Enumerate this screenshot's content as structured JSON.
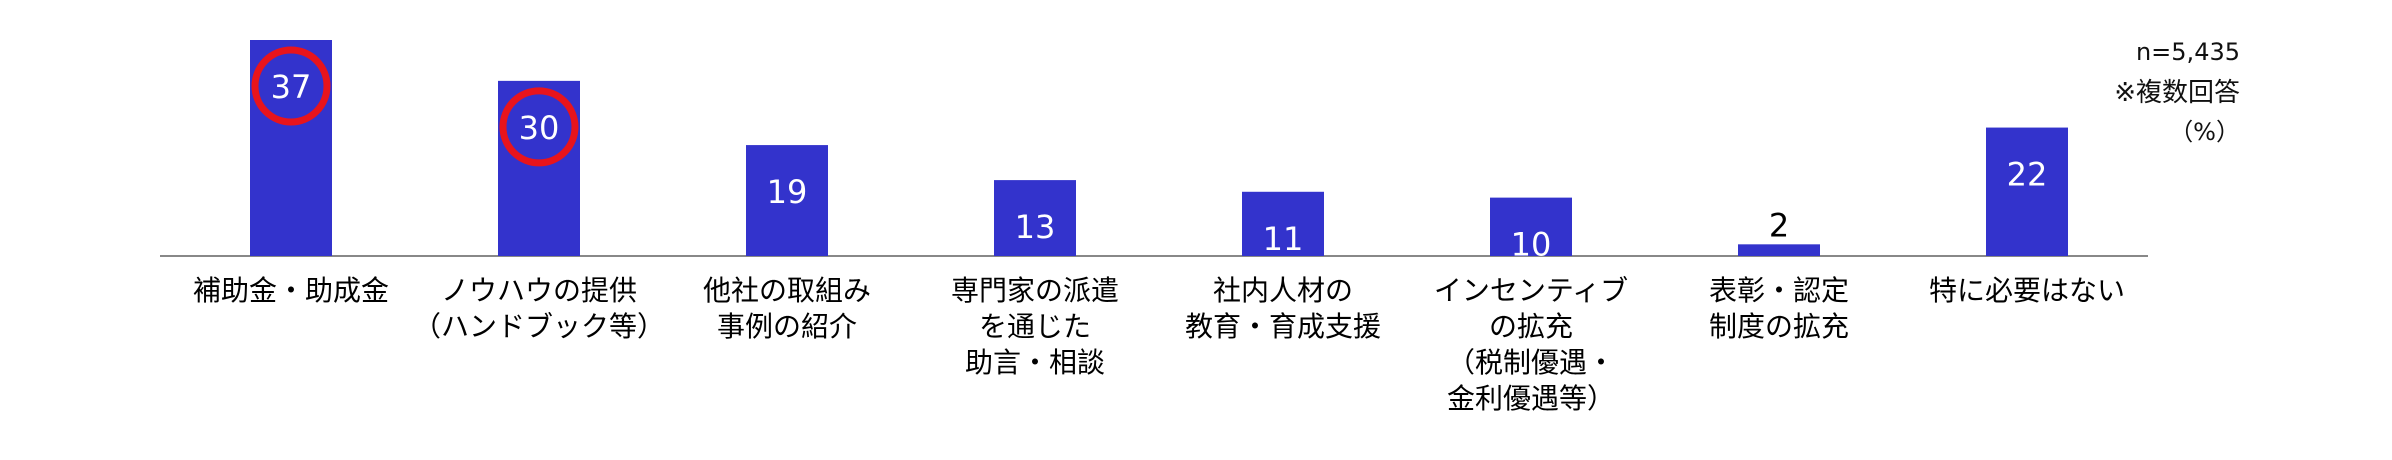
{
  "chart_data": {
    "type": "bar",
    "categories": [
      [
        "補助金・助成金"
      ],
      [
        "ノウハウの提供",
        "（ハンドブック等）"
      ],
      [
        "他社の取組み",
        "事例の紹介"
      ],
      [
        "専門家の派遣",
        "を通じた",
        "助言・相談"
      ],
      [
        "社内人材の",
        "教育・育成支援"
      ],
      [
        "インセンティブ",
        "の拡充",
        "（税制優遇・",
        "金利優遇等）"
      ],
      [
        "表彰・認定",
        "制度の拡充"
      ],
      [
        "特に必要はない"
      ]
    ],
    "values": [
      37,
      30,
      19,
      13,
      11,
      10,
      2,
      22
    ],
    "highlighted": [
      0,
      1
    ],
    "ylim": [
      0,
      40
    ],
    "unit_note": "（%）",
    "sample_note": "n=5,435",
    "multi_note": "※複数回答",
    "bar_color": "#3333cc",
    "highlight_color": "#e8141c",
    "value_label_color_inside": "#ffffff",
    "value_label_color_outside": "#000000"
  }
}
